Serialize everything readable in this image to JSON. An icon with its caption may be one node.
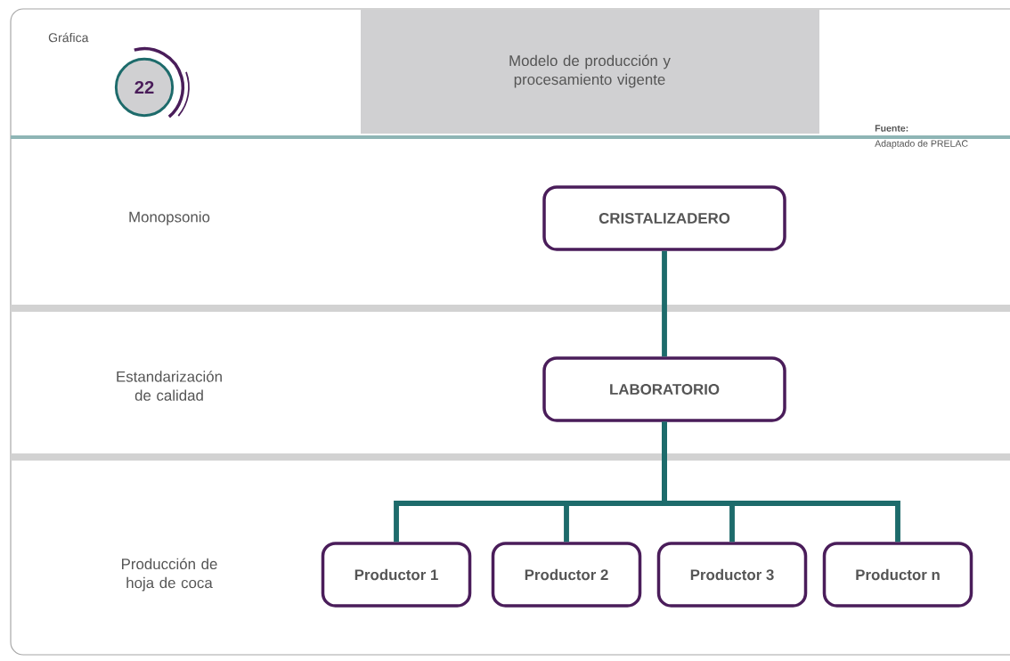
{
  "diagram": {
    "title": "Modelo de producción y procesamiento vigente",
    "nodes": [
      {
        "text": [
          "CRISTALIZADERO"
        ]
      },
      {
        "text": [
          "LABORATORIO"
        ]
      },
      {
        "text": [
          "Productor 1"
        ]
      },
      {
        "text": [
          "Productor 2"
        ]
      },
      {
        "text": [
          "Productor 3"
        ]
      },
      {
        "text": [
          "Productor n"
        ]
      }
    ],
    "edges": [
      {
        "from": 0,
        "to": 1,
        "arrow": "none"
      },
      {
        "from": 1,
        "to": 2,
        "arrow": "none"
      },
      {
        "from": 1,
        "to": 3,
        "arrow": "none"
      },
      {
        "from": 1,
        "to": 4,
        "arrow": "none"
      },
      {
        "from": 1,
        "to": 5,
        "arrow": "none"
      }
    ],
    "labels": [
      "Gráfica",
      "22",
      "Fuente:",
      "Adaptado de PRELAC",
      "Monopsonio",
      "Estandarización de calidad",
      "Producción de hoja de coca"
    ]
  }
}
